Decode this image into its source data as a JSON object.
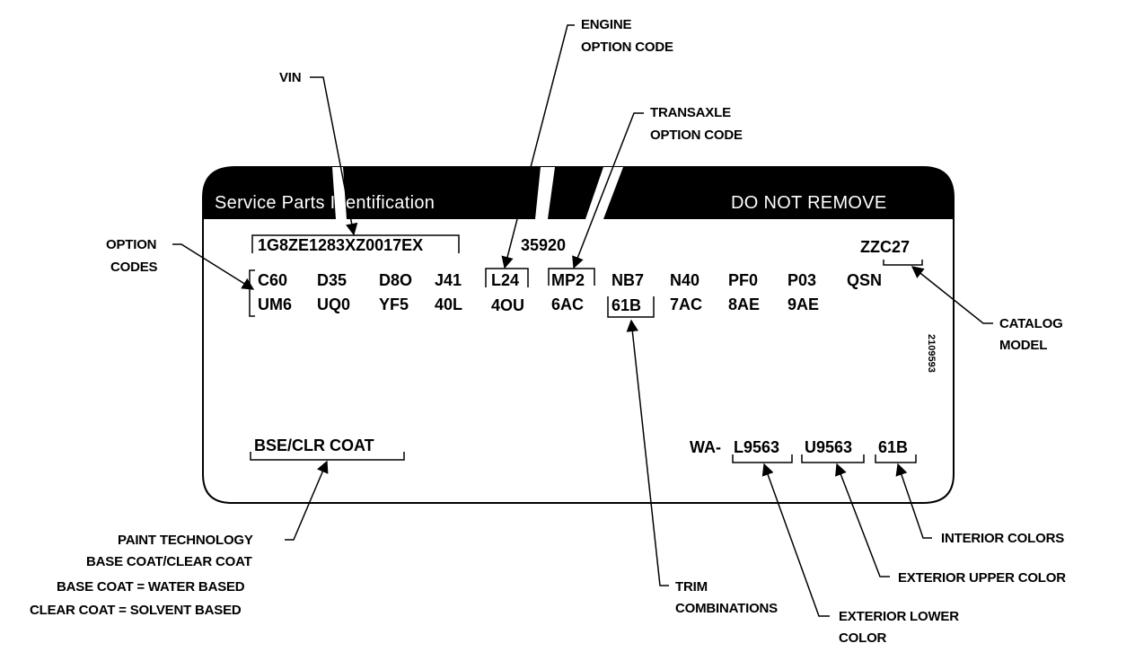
{
  "label_card": {
    "header_left": "Service Parts Identification",
    "header_right": "DO NOT REMOVE",
    "vin": "1G8ZE1283XZ0017EX",
    "partial_code": "35920",
    "catalog_model": "ZZC27",
    "option_codes_row1": [
      "C60",
      "D35",
      "D8O",
      "J41",
      "L24",
      "MP2",
      "NB7",
      "N40",
      "PF0",
      "P03",
      "QSN"
    ],
    "option_codes_row2": [
      "UM6",
      "UQ0",
      "YF5",
      "40L",
      "4OU",
      "6AC",
      "61B",
      "7AC",
      "8AE",
      "9AE"
    ],
    "paint_technology": "BSE/CLR COAT",
    "paint_prefix": "WA-",
    "exterior_lower": "L9563",
    "exterior_upper": "U9563",
    "interior": "61B",
    "side_number": "2109593"
  },
  "callouts": {
    "vin": "VIN",
    "engine": [
      "ENGINE",
      "OPTION CODE"
    ],
    "transaxle": [
      "TRANSAXLE",
      "OPTION CODE"
    ],
    "option_codes": [
      "OPTION",
      "CODES"
    ],
    "catalog_model": [
      "CATALOG",
      "MODEL"
    ],
    "paint_technology": [
      "PAINT TECHNOLOGY",
      "BASE COAT/CLEAR COAT",
      "BASE COAT = WATER BASED",
      "CLEAR COAT = SOLVENT BASED"
    ],
    "trim": [
      "TRIM",
      "COMBINATIONS"
    ],
    "exterior_lower": [
      "EXTERIOR LOWER",
      "COLOR"
    ],
    "exterior_upper": "EXTERIOR UPPER COLOR",
    "interior": "INTERIOR COLORS"
  },
  "colors": {
    "ink": "#000000",
    "paper": "#ffffff"
  }
}
